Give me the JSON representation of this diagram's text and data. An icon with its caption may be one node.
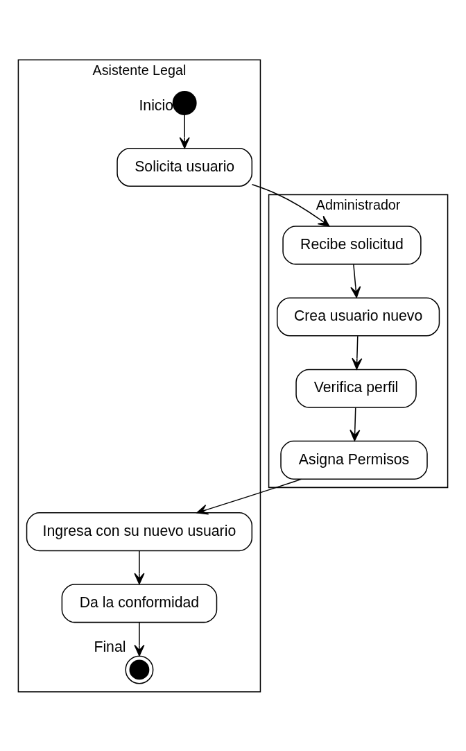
{
  "diagram": {
    "nodes": [
      {
        "text": [
          "Administrador"
        ]
      },
      {
        "text": [
          "Asistente Legal"
        ]
      },
      {
        "text": [],
        "shape": "circle",
        "beside": [
          "Inicio"
        ],
        "in": 1
      },
      {
        "text": [
          "Solicita usuario"
        ],
        "in": 1
      },
      {
        "text": [
          "Recibe solicitud"
        ],
        "in": 0
      },
      {
        "text": [
          "Crea usuario nuevo"
        ],
        "in": 0
      },
      {
        "text": [
          "Verifica perfil"
        ],
        "in": 0
      },
      {
        "text": [
          "Asigna Permisos"
        ],
        "in": 0
      },
      {
        "text": [
          "Ingresa con su nuevo usuario"
        ],
        "in": 1
      },
      {
        "text": [
          "Da la conformidad"
        ],
        "in": 1
      },
      {
        "text": [],
        "shape": "bullseye",
        "beside": [
          "Final"
        ],
        "in": 1
      }
    ],
    "edges": [
      {
        "from": 2,
        "to": 3,
        "arrow": "to"
      },
      {
        "from": 3,
        "to": 4,
        "arrow": "to"
      },
      {
        "from": 4,
        "to": 5,
        "arrow": "to"
      },
      {
        "from": 5,
        "to": 6,
        "arrow": "to"
      },
      {
        "from": 6,
        "to": 7,
        "arrow": "to"
      },
      {
        "from": 7,
        "to": 8,
        "arrow": "to"
      },
      {
        "from": 8,
        "to": 9,
        "arrow": "to"
      },
      {
        "from": 9,
        "to": 10,
        "arrow": "to"
      }
    ]
  }
}
